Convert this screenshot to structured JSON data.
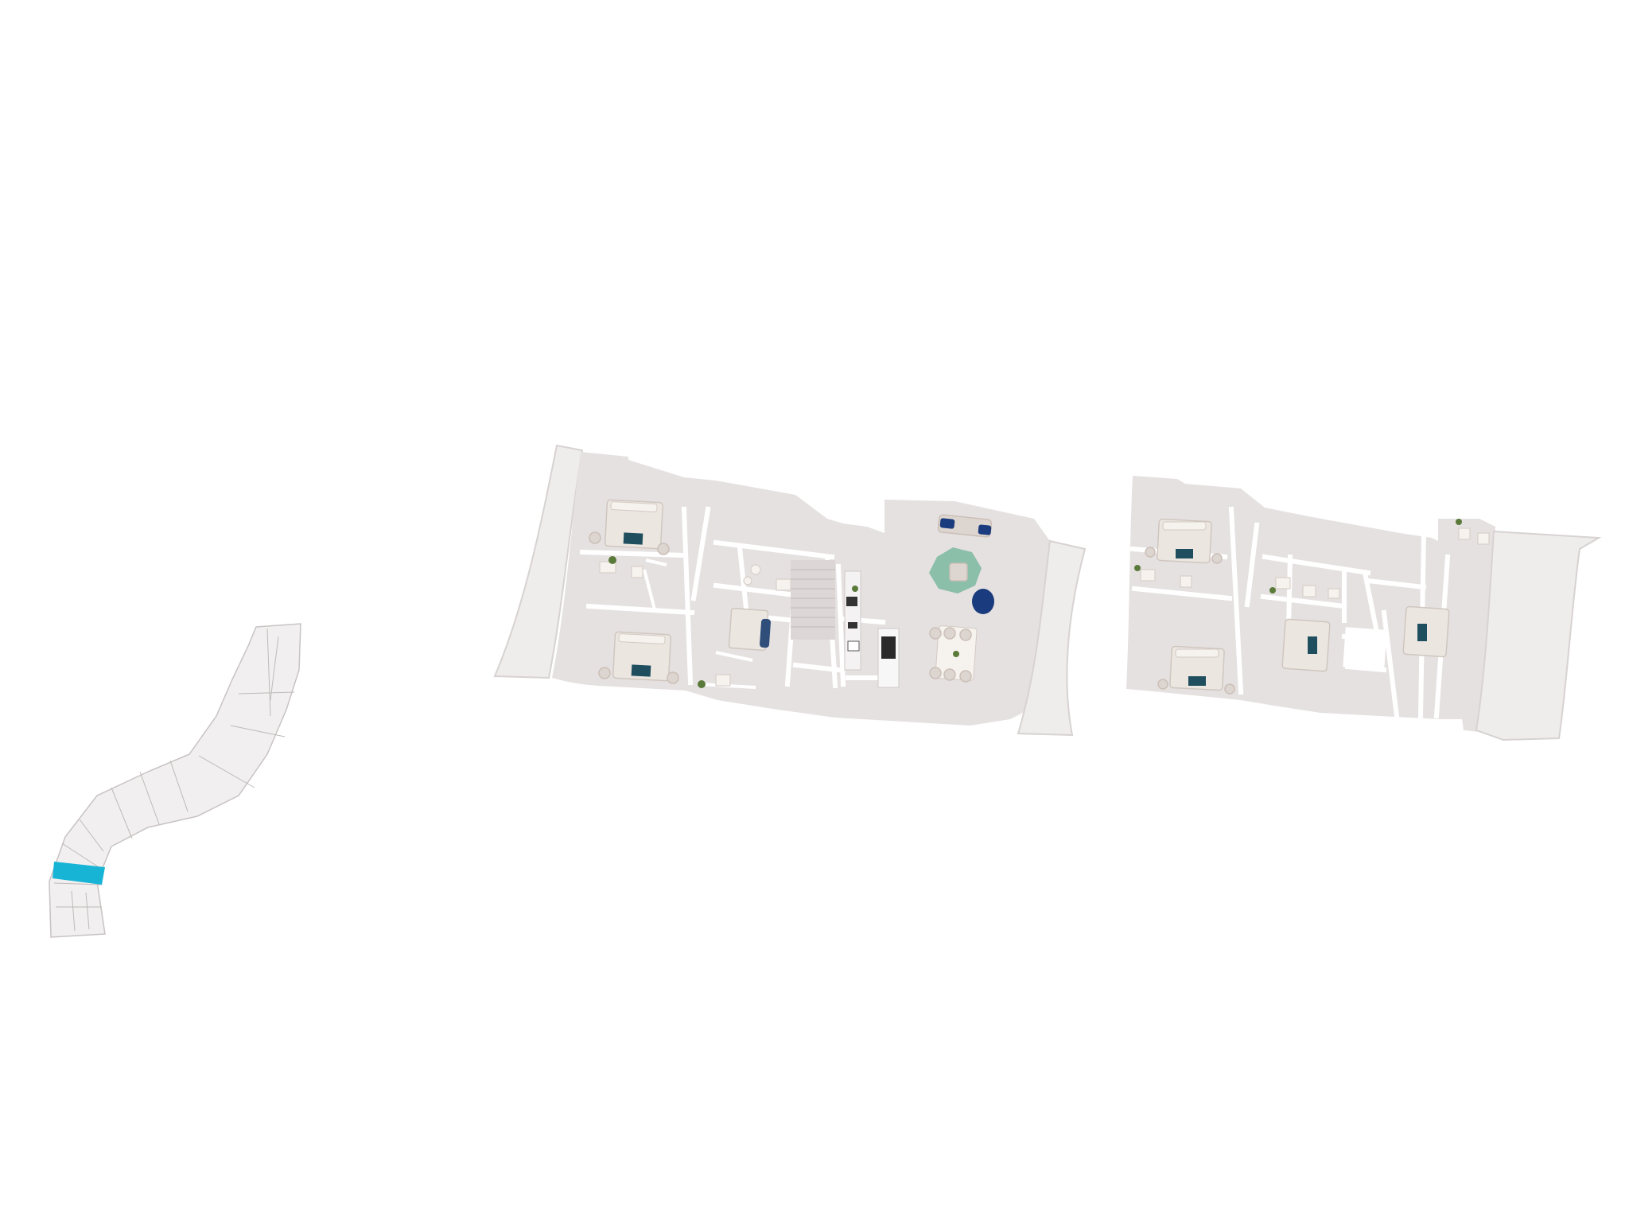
{
  "plan": {
    "units_shown": 2,
    "accent_color": "#18b4d6",
    "floor_color": "#e6e1e1",
    "unit_a": {
      "bedrooms": 2,
      "features": [
        "bedroom",
        "bedroom",
        "bathroom",
        "bathroom",
        "bathroom",
        "stair",
        "kitchen",
        "kitchen-island",
        "dining-table",
        "living-area",
        "terrace",
        "terrace"
      ]
    },
    "unit_b": {
      "bedrooms": 4,
      "features": [
        "bedroom",
        "bedroom",
        "bedroom",
        "bedroom",
        "bathroom",
        "bathroom",
        "bathroom",
        "terrace"
      ]
    }
  },
  "key_plan": {
    "highlighted_unit_color": "#18b4d6",
    "highlighted_segment": 1
  }
}
